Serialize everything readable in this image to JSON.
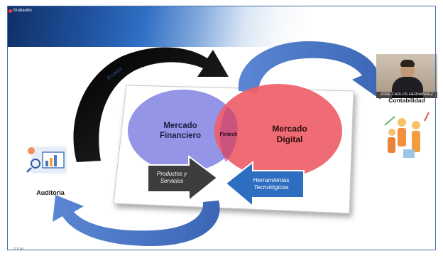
{
  "app": {
    "recording_label": "Grabando",
    "bottom_caption": "ZOOM"
  },
  "slide": {
    "left_circle_label_line1": "Mercado",
    "left_circle_label_line2": "Financiero",
    "right_circle_label_line1": "Mercado",
    "right_circle_label_line2": "Digital",
    "intersection_label": "Fintech",
    "arrow_products_line1": "Productos y",
    "arrow_products_line2": "Servicios",
    "arrow_tools_line1": "Herramientas",
    "arrow_tools_line2": "Tecnológicas",
    "auditoria_label": "Auditoría",
    "contabilidad_label": "Contabilidad"
  },
  "participant": {
    "name": "JOSE CARLOS HERNANDEZ"
  },
  "colors": {
    "circle_left": "#8f8fe6",
    "circle_right": "#ef5f68",
    "arrow_blue": "#4472c4",
    "arrow_black": "#0b0b0b",
    "arrow_dark": "#3d3d3d",
    "arrow_tools": "#2e6ec0"
  }
}
